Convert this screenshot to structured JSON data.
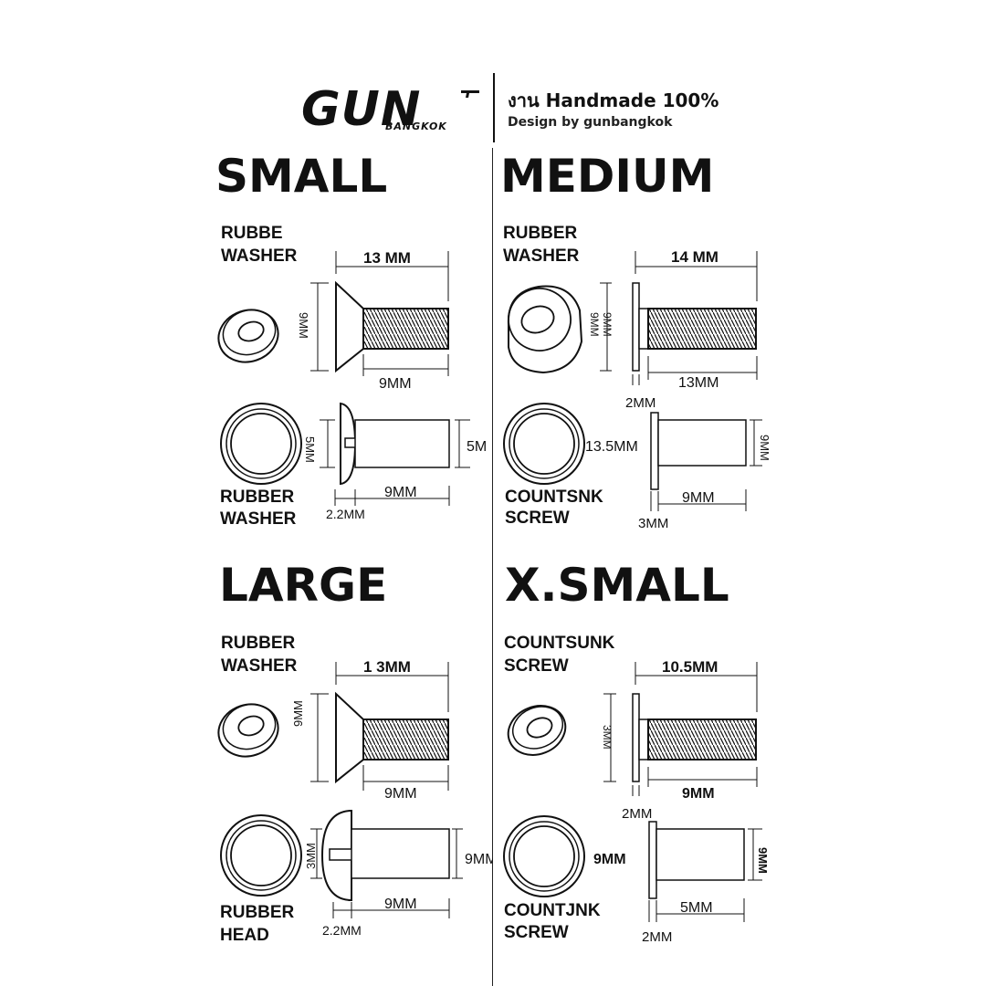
{
  "brand": {
    "name": "GUN",
    "sub": "BANGKOK"
  },
  "header": {
    "tagline": "งาน Handmade 100%",
    "byline": "Design by gunbangkok"
  },
  "sections": {
    "small": {
      "heading": "SMALL",
      "label_top_1": "RUBBE",
      "label_top_2": "WASHER",
      "label_bottom_1": "RUBBER",
      "label_bottom_2": "WASHER",
      "dims": {
        "top_length": "13 MM",
        "top_height": "9MM",
        "top_thread": "9MM",
        "bot_height_left": "5MM",
        "bot_height_right": "5M",
        "bot_length": "9MM",
        "bot_head": "2.2MM"
      }
    },
    "medium": {
      "heading": "MEDIUM",
      "label_top_1": "RUBBER",
      "label_top_2": "WASHER",
      "label_bottom_1": "COUNTSNK",
      "label_bottom_2": "SCREW",
      "dims": {
        "top_length": "14 MM",
        "top_height_a": "9MM",
        "top_height_b": "9MM",
        "top_thread": "13MM",
        "top_head": "2MM",
        "bot_diameter": "13.5MM",
        "bot_height": "9MM",
        "bot_length": "9MM",
        "bot_head": "3MM"
      }
    },
    "large": {
      "heading": "LARGE",
      "label_top_1": "RUBBER",
      "label_top_2": "WASHER",
      "label_bottom_1": "RUBBER",
      "label_bottom_2": "HEAD",
      "dims": {
        "top_length": "1 3MM",
        "top_height": "9MM",
        "top_thread": "9MM",
        "bot_height_left": "3MM",
        "bot_height_right": "9MM",
        "bot_length": "9MM",
        "bot_head": "2.2MM"
      }
    },
    "xsmall": {
      "heading": "X.SMALL",
      "label_top_1": "COUNTSUNK",
      "label_top_2": "SCREW",
      "label_bottom_1": "COUNTJNK",
      "label_bottom_2": "SCREW",
      "dims": {
        "top_length": "10.5MM",
        "top_height": "3MM",
        "top_thread": "9MM",
        "top_head": "2MM",
        "bot_diameter": "9MM",
        "bot_height": "9MM",
        "bot_length": "5MM",
        "bot_head": "2MM"
      }
    }
  }
}
